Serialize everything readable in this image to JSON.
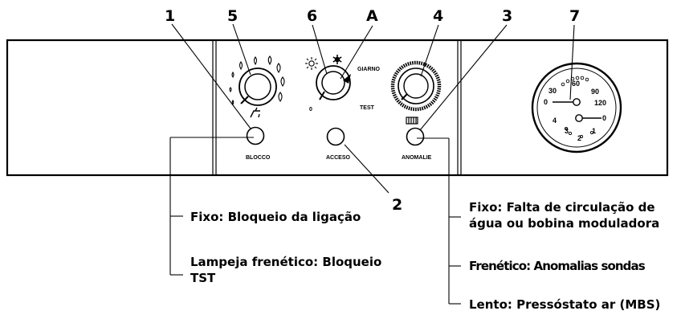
{
  "callouts": {
    "n1": "1",
    "n5": "5",
    "n6": "6",
    "nA": "A",
    "n4": "4",
    "n3": "3",
    "n7": "7",
    "n2": "2"
  },
  "panel": {
    "blocco": "BLOCCO",
    "acceso": "ACCESO",
    "anomalie": "ANOMALIE",
    "giarno": "GIARNO",
    "test": "TEST",
    "zero": "0"
  },
  "gauge": {
    "temp_ticks": [
      "0",
      "30",
      "60",
      "90",
      "120"
    ],
    "pressure_ticks": [
      "0",
      "1",
      "2",
      "3",
      "4"
    ]
  },
  "legend": {
    "l1": "Fixo: Bloqueio da ligação",
    "l2a": "Lampeja frenético: Bloqueio",
    "l2b": "TST",
    "r1a": "Fixo: Falta de circulação de",
    "r1b": "água ou bobina moduladora",
    "r2": "Frenético: Anomalias sondas",
    "r3": "Lento: Pressóstato ar (MBS)"
  },
  "icons": [
    "tap-icon",
    "sun-icon",
    "snowflake-icon",
    "radiator-icon",
    "water-drop-icon"
  ]
}
